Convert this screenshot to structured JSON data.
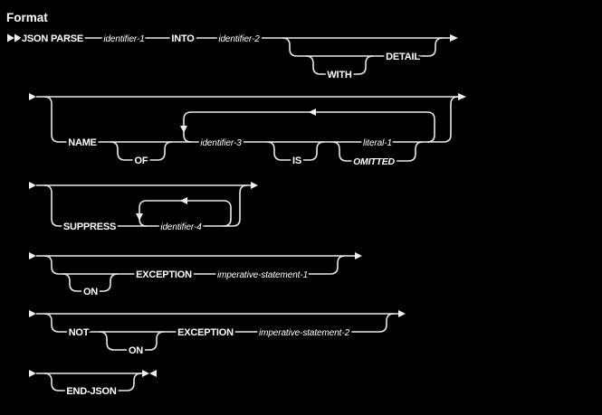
{
  "heading": "Format",
  "colors": {
    "background": "#000000",
    "line": "#e8e8e8",
    "text": "#ffffff"
  },
  "diagram": {
    "row1": {
      "kw_json_parse": "JSON PARSE",
      "identifier_1": "identifier-1",
      "kw_into": "INTO",
      "identifier_2": "identifier-2",
      "kw_with": "WITH",
      "kw_detail": "DETAIL"
    },
    "row2": {
      "kw_name": "NAME",
      "kw_of": "OF",
      "identifier_3": "identifier-3",
      "kw_is": "IS",
      "literal_1": "literal-1",
      "kw_omitted": "OMITTED"
    },
    "row3": {
      "kw_suppress": "SUPPRESS",
      "identifier_4": "identifier-4"
    },
    "row4": {
      "kw_on": "ON",
      "kw_exception": "EXCEPTION",
      "imperative_statement_1": "imperative-statement-1"
    },
    "row5": {
      "kw_not": "NOT",
      "kw_on": "ON",
      "kw_exception": "EXCEPTION",
      "imperative_statement_2": "imperative-statement-2"
    },
    "row6": {
      "kw_end_json": "END-JSON"
    }
  }
}
